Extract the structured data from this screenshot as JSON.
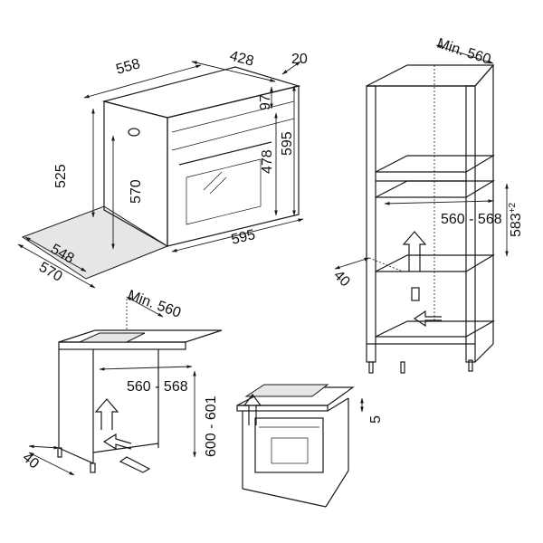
{
  "oven_dimensions": {
    "width_558": "558",
    "depth_428": "428",
    "front_20": "20",
    "panel_97": "97",
    "height_525": "525",
    "inner_570": "570",
    "door_478": "478",
    "height_595": "595",
    "width_595": "595",
    "depth_548": "548",
    "depth_570": "570"
  },
  "tall_unit": {
    "min_width": "Min. 560",
    "niche_width": "560 - 568",
    "niche_height": "583",
    "niche_height_tolerance": "+2",
    "vent_depth": "40"
  },
  "under_counter": {
    "min_width": "Min. 560",
    "niche_width": "560 - 568",
    "niche_height": "600 - 601",
    "vent_depth": "40"
  },
  "hob_detail": {
    "gap": "5"
  }
}
